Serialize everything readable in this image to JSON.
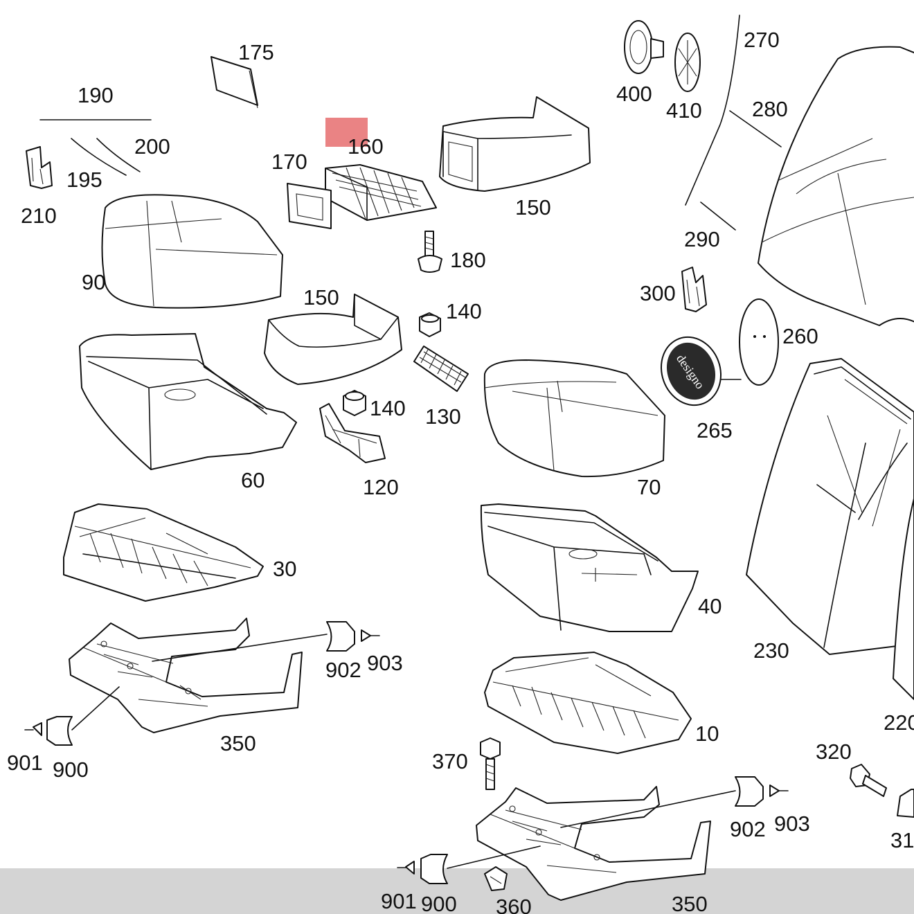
{
  "highlight": {
    "color": "#e8787a",
    "label": "160"
  },
  "labels": {
    "l175": "175",
    "l190": "190",
    "l200": "200",
    "l195": "195",
    "l210": "210",
    "l90": "90",
    "l160": "160",
    "l170": "170",
    "l150a": "150",
    "l180": "180",
    "l150b": "150",
    "l140a": "140",
    "l140b": "140",
    "l130": "130",
    "l60": "60",
    "l120": "120",
    "l70": "70",
    "l400": "400",
    "l410": "410",
    "l270": "270",
    "l280": "280",
    "l290": "290",
    "l300": "300",
    "l260": "260",
    "l265": "265",
    "l30": "30",
    "l40": "40",
    "l230": "230",
    "l902a": "902",
    "l903a": "903",
    "l901a": "901",
    "l900a": "900",
    "l350a": "350",
    "l10": "10",
    "l220": "220",
    "l370": "370",
    "l320": "320",
    "l31": "31",
    "l902b": "902",
    "l903b": "903",
    "l901b": "901",
    "l900b": "900",
    "l360": "360",
    "l350b": "350"
  },
  "badge_text": "designo"
}
